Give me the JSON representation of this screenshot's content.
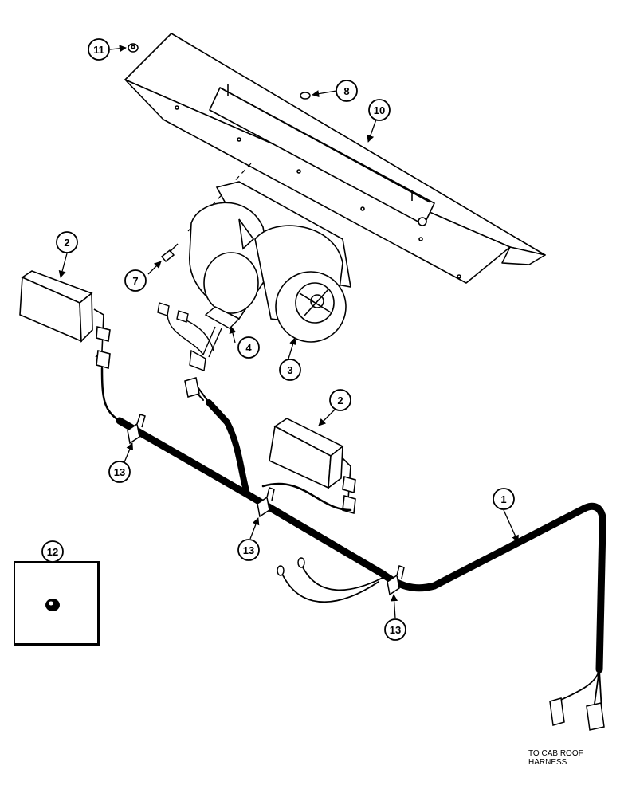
{
  "callouts": [
    {
      "id": "c11",
      "label": "11"
    },
    {
      "id": "c8",
      "label": "8"
    },
    {
      "id": "c10",
      "label": "10"
    },
    {
      "id": "c2a",
      "label": "2"
    },
    {
      "id": "c7",
      "label": "7"
    },
    {
      "id": "c4",
      "label": "4"
    },
    {
      "id": "c3",
      "label": "3"
    },
    {
      "id": "c2b",
      "label": "2"
    },
    {
      "id": "c13a",
      "label": "13"
    },
    {
      "id": "c1",
      "label": "1"
    },
    {
      "id": "c13b",
      "label": "13"
    },
    {
      "id": "c12",
      "label": "12"
    },
    {
      "id": "c13c",
      "label": "13"
    }
  ],
  "note": {
    "line1": "TO CAB ROOF",
    "line2": "HARNESS"
  },
  "colors": {
    "ink": "#000000",
    "paper": "#ffffff"
  }
}
